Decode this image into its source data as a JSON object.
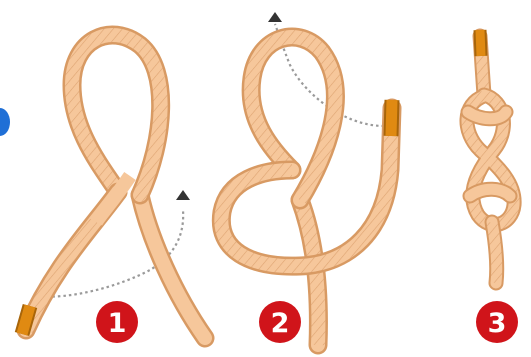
{
  "steps": [
    {
      "number": "1"
    },
    {
      "number": "2"
    },
    {
      "number": "3"
    }
  ],
  "colors": {
    "rope_fill": "#f6c79b",
    "rope_edge": "#d89a63",
    "rope_texture": "#c9874f",
    "rope_end": "#e08a12",
    "badge": "#d0141a",
    "guide_path": "#9a9a9a",
    "edge_accent": "#1f6fd6"
  },
  "icons": {
    "direction_arrow": "arrow-icon",
    "edge_marker": "blue-edge-marker-icon"
  }
}
